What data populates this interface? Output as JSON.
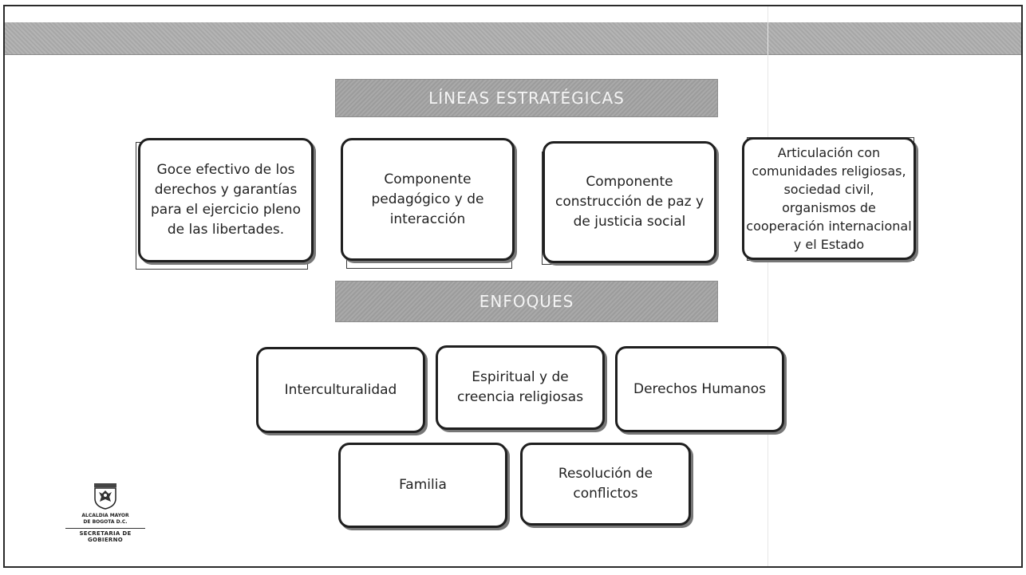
{
  "header_lineas": "LÍNEAS ESTRATÉGICAS",
  "header_enfoques": "ENFOQUES",
  "lineas": [
    "Goce efectivo de los derechos y garantías para el ejercicio pleno de las libertades.",
    "Componente pedagógico y de interacción",
    "Componente construcción de paz y de justicia social",
    "Articulación con comunidades religiosas, sociedad civil, organismos de cooperación internacional y el Estado"
  ],
  "enfoques": [
    "Interculturalidad",
    "Espiritual y de creencia religiosas",
    "Derechos Humanos",
    "Familia",
    "Resolución de conflictos"
  ],
  "logo": {
    "line1": "ALCALDIA MAYOR",
    "line2": "DE BOGOTA D.C.",
    "secretaria": "SECRETARIA DE GOBIERNO"
  }
}
